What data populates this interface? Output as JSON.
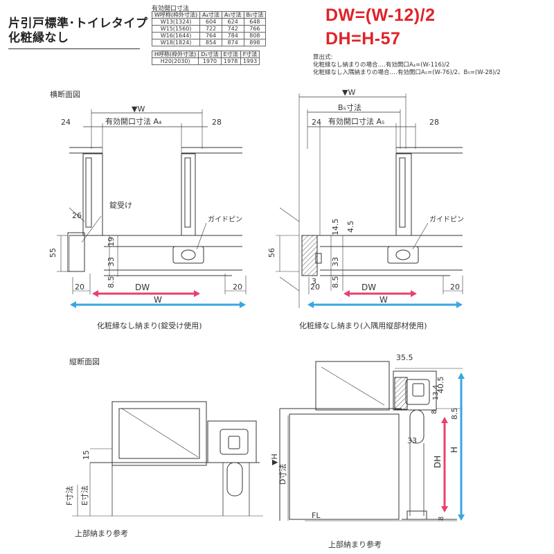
{
  "title_lines": [
    "片引戸標準･トイレタイプ",
    "化粧縁なし"
  ],
  "formulas": {
    "dw": "DW=(W-12)/2",
    "dh": "DH=H-57"
  },
  "width_table": {
    "caption": "有効開口寸法",
    "headers": [
      "W呼称(枠外寸法)",
      "A₄寸法",
      "A₅寸法",
      "B₅寸法"
    ],
    "rows": [
      [
        "W13(1324)",
        "604",
        "624",
        "648"
      ],
      [
        "W15(1560)",
        "722",
        "742",
        "766"
      ],
      [
        "W16(1644)",
        "764",
        "784",
        "808"
      ],
      [
        "W18(1824)",
        "854",
        "874",
        "898"
      ]
    ]
  },
  "height_table": {
    "headers": [
      "H呼称(枠外寸法)",
      "D₁寸法",
      "E寸法",
      "F寸法"
    ],
    "rows": [
      [
        "H20(2030)",
        "1970",
        "1978",
        "1993"
      ]
    ]
  },
  "notes": [
    "算出式:",
    "化粧縁なし納まりの場合‥‥有効開口A₄=(W-116)/2",
    "化粧縁なし入隅納まりの場合‥‥有効開口A₅=(W-76)/2、B₅=(W-28)/2"
  ],
  "sections": {
    "horizontal": "横断面図",
    "vertical": "縦断面図"
  },
  "left_plan": {
    "w_top": "▼W",
    "opening_label": "有効開口寸法 A₄",
    "dim_24": "24",
    "dim_28": "28",
    "dim_26": "26",
    "dim_55": "55",
    "dim_19": "19",
    "dim_33": "33",
    "dim_8_5": "8.5",
    "dim_20_left": "20",
    "dim_20_right": "20",
    "dw": "DW",
    "w": "W",
    "lock_label": "錠受け",
    "guide_label": "ガイドピン",
    "caption": "化粧縁なし納まり(錠受け使用)"
  },
  "right_plan": {
    "w_top": "▼W",
    "b5_label": "B₅寸法",
    "opening_label": "有効開口寸法 A₅",
    "dim_24": "24",
    "dim_28": "28",
    "dim_56": "56",
    "dim_14_5": "14.5",
    "dim_4_5": "4.5",
    "dim_33": "33",
    "dim_3": "3",
    "dim_8_5": "8.5",
    "dim_20_left": "20",
    "dim_20_right": "20",
    "dw": "DW",
    "w": "W",
    "guide_label": "ガイドピン",
    "caption": "化粧縁なし納まり(入隅用縦部材使用)"
  },
  "left_elev": {
    "dim_15": "15",
    "f_label": "F寸法",
    "e_label": "E寸法",
    "caption": "上部納まり参考"
  },
  "right_elev": {
    "dim_35_5": "35.5",
    "dim_40_5": "40.5",
    "dim_13_4": "13.4",
    "dim_8_top": "8",
    "dim_8_5": "8.5",
    "dim_33": "33",
    "dim_8_bottom": "8",
    "h_mark": "▼H",
    "d_label": "D寸法",
    "dh": "DH",
    "h": "H",
    "fl": "FL",
    "caption": "上部納まり参考"
  },
  "colors": {
    "pink": "#e8416f",
    "blue": "#3aa6e0",
    "red": "#e0222a",
    "line": "#333333"
  }
}
